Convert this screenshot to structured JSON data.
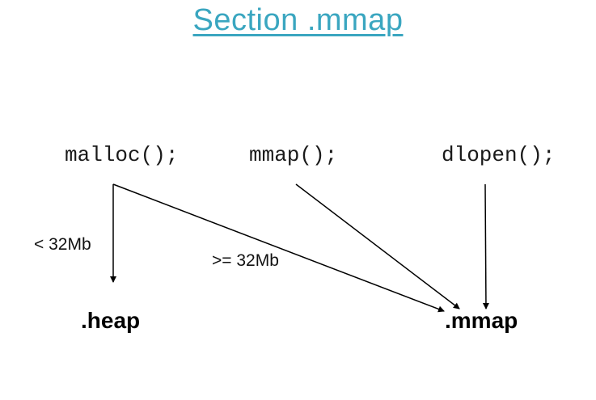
{
  "title": "Section .mmap",
  "calls": {
    "malloc": "malloc();",
    "mmap": "mmap();",
    "dlopen": "dlopen();"
  },
  "edge_labels": {
    "lt": "< 32Mb",
    "gte": ">= 32Mb"
  },
  "targets": {
    "heap": ".heap",
    "mmap": ".mmap"
  },
  "colors": {
    "title": "#3aa6c0",
    "arrow": "#000000"
  }
}
